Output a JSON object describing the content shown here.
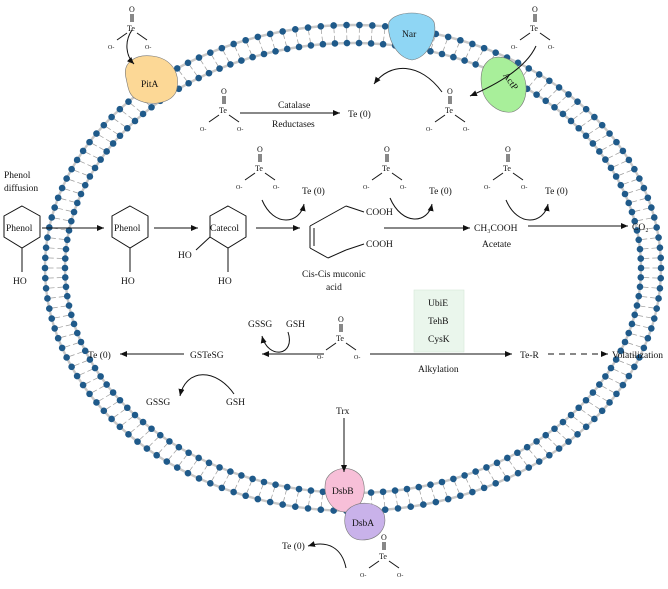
{
  "phenol_diffusion": [
    "Phenol",
    "diffusion"
  ],
  "transporters": {
    "pita": "PitA",
    "nar": "Nar",
    "actp": "ActP",
    "dsbb": "DsbB",
    "dsba": "DsbA"
  },
  "enzymes": {
    "catalase": "Catalase",
    "reductases": "Reductases"
  },
  "molecules": {
    "phenol": "Phenol",
    "catecol": "Catecol",
    "ho": "HO",
    "cooh": "COOH",
    "muconic": [
      "Cis-Cis muconic",
      "acid"
    ],
    "ch3cooh": "CH₃COOH",
    "acetate": "Acetate",
    "co2": "CO₂"
  },
  "tellurium": {
    "te": "Te",
    "o": "O",
    "o_minus": "O-",
    "te0": "Te (0)"
  },
  "glutathione": {
    "gssg": "GSSG",
    "gsh": "GSH",
    "gstesg": "GSTeSG"
  },
  "alkylation": {
    "enzymes": [
      "UbiE",
      "TehB",
      "CysK"
    ],
    "label": "Alkylation",
    "te_r": "Te-R",
    "volatilization": "Volatilization"
  },
  "thioredoxin": "Trx",
  "colors": {
    "membrane_head": "#1f5a8a",
    "box_fill": "#eaf6ec",
    "pita": "#fcd896",
    "nar": "#8fd6f4",
    "actp": "#a8ef9a",
    "dsbb": "#f7bfd8",
    "dsba": "#c9b2ea"
  }
}
